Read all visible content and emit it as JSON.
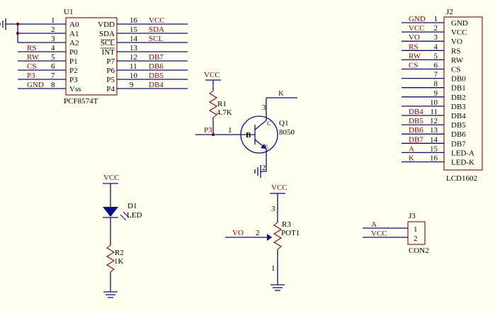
{
  "u1": {
    "designator": "U1",
    "part": "PCF8574T",
    "left_pins": [
      {
        "num": "1",
        "name": "A0",
        "net": ""
      },
      {
        "num": "2",
        "name": "A1",
        "net": ""
      },
      {
        "num": "3",
        "name": "A2",
        "net": ""
      },
      {
        "num": "4",
        "name": "P0",
        "net": "RS"
      },
      {
        "num": "5",
        "name": "P1",
        "net": "RW"
      },
      {
        "num": "6",
        "name": "P2",
        "net": "CS"
      },
      {
        "num": "7",
        "name": "P3",
        "net": "P3"
      },
      {
        "num": "8",
        "name": "Vss",
        "net": "GND"
      }
    ],
    "right_pins": [
      {
        "num": "16",
        "name": "VDD",
        "net": "VCC"
      },
      {
        "num": "15",
        "name": "SDA",
        "net": "SDA"
      },
      {
        "num": "14",
        "name": "SCL",
        "net": "SCL"
      },
      {
        "num": "13",
        "name": "INT",
        "net": ""
      },
      {
        "num": "12",
        "name": "P7",
        "net": "DB7"
      },
      {
        "num": "11",
        "name": "P6",
        "net": "DB6"
      },
      {
        "num": "10",
        "name": "P5",
        "net": "DB5"
      },
      {
        "num": "9",
        "name": "P4",
        "net": "DB4"
      }
    ]
  },
  "j2": {
    "designator": "J2",
    "part": "LCD1602",
    "pins": [
      {
        "num": "1",
        "name": "GND",
        "net": "GND"
      },
      {
        "num": "2",
        "name": "VCC",
        "net": "VCC"
      },
      {
        "num": "3",
        "name": "VO",
        "net": "VO"
      },
      {
        "num": "4",
        "name": "RS",
        "net": "RS"
      },
      {
        "num": "5",
        "name": "RW",
        "net": "RW"
      },
      {
        "num": "6",
        "name": "CS",
        "net": "CS"
      },
      {
        "num": "7",
        "name": "DB0",
        "net": ""
      },
      {
        "num": "8",
        "name": "DB1",
        "net": ""
      },
      {
        "num": "9",
        "name": "DB2",
        "net": ""
      },
      {
        "num": "10",
        "name": "DB3",
        "net": ""
      },
      {
        "num": "11",
        "name": "DB4",
        "net": "DB4"
      },
      {
        "num": "12",
        "name": "DB5",
        "net": "DB5"
      },
      {
        "num": "13",
        "name": "DB6",
        "net": "DB6"
      },
      {
        "num": "14",
        "name": "DB7",
        "net": "DB7"
      },
      {
        "num": "15",
        "name": "LED-A",
        "net": "A"
      },
      {
        "num": "16",
        "name": "LED-K",
        "net": "K"
      }
    ]
  },
  "q1": {
    "designator": "Q1",
    "part": "8050",
    "base_net": "P3",
    "collector_net": "K",
    "vcc": "VCC",
    "pin_base": "1",
    "pin_collector": "3",
    "pin_emitter": "2",
    "base_letter": "B",
    "collector_letter": "C",
    "emitter_letter": "E"
  },
  "r1": {
    "designator": "R1",
    "value": "4.7K"
  },
  "d1": {
    "designator": "D1",
    "part": "LED",
    "vcc": "VCC"
  },
  "r2": {
    "designator": "R2",
    "value": "1K"
  },
  "r3": {
    "designator": "R3",
    "part": "POT1",
    "vcc": "VCC",
    "wiper_net": "VO",
    "pin_top": "3",
    "pin_wiper": "2",
    "pin_bottom": "1"
  },
  "j3": {
    "designator": "J3",
    "part": "CON2",
    "pins": [
      {
        "num": "1",
        "net": "A"
      },
      {
        "num": "2",
        "net": "VCC"
      }
    ]
  },
  "colors": {
    "wire": "#0a0a8c",
    "net_label": "#8b0000",
    "body_fill": "#fffff0"
  }
}
